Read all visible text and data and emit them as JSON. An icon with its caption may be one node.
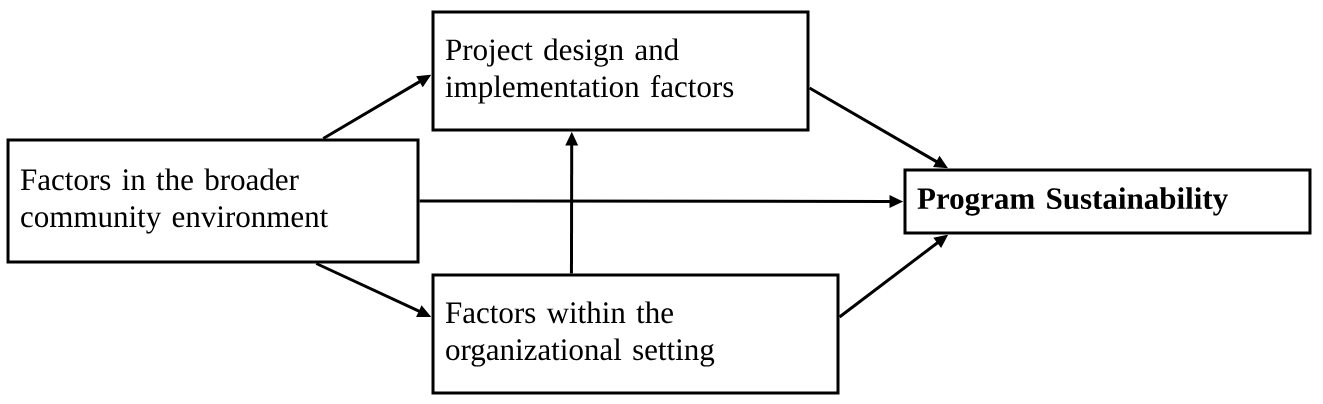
{
  "diagram": {
    "nodes": [
      {
        "text": [
          "Factors in the broader community environment"
        ]
      },
      {
        "text": [
          "Project design and implementation factors"
        ]
      },
      {
        "text": [
          "**Program Sustainability**"
        ]
      },
      {
        "text": [
          "Factors within the organizational setting"
        ]
      }
    ],
    "edges": [
      {
        "from": 0,
        "to": 1,
        "arrow": "to"
      },
      {
        "from": 0,
        "to": 2,
        "arrow": "to"
      },
      {
        "from": 0,
        "to": 3,
        "arrow": "to"
      },
      {
        "from": 3,
        "to": 1,
        "arrow": "to"
      },
      {
        "from": 1,
        "to": 2,
        "arrow": "to"
      },
      {
        "from": 3,
        "to": 2,
        "arrow": "to"
      }
    ]
  }
}
